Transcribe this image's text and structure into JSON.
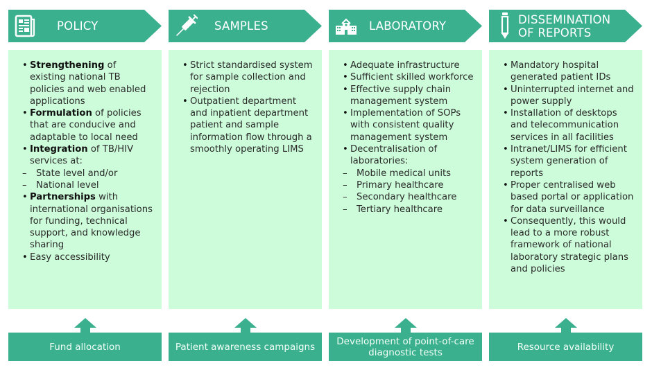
{
  "colors": {
    "banner": "#3bb08f",
    "box": "#ccfcd9",
    "footer": "#3bb08f",
    "text": "#2a2a2a",
    "banner_text": "#ffffff"
  },
  "columns": [
    {
      "title": "POLICY",
      "icon": "newspaper-icon",
      "items": [
        {
          "bold": "Strengthening",
          "text": " of existing national TB policies and web enabled applications",
          "sub": []
        },
        {
          "bold": "Formulation",
          "text": " of policies that are conducive and adaptable to local need",
          "sub": []
        },
        {
          "bold": "Integration",
          "text": " of TB/HIV services at:",
          "sub": [
            "State level and/or",
            "National level"
          ]
        },
        {
          "bold": "Partnerships",
          "text": " with international organisations for funding, technical support, and knowledge sharing",
          "sub": []
        },
        {
          "bold": "",
          "text": "Easy accessibility",
          "sub": []
        }
      ],
      "footer": "Fund allocation"
    },
    {
      "title": "SAMPLES",
      "icon": "syringe-icon",
      "items": [
        {
          "bold": "",
          "text": "Strict standardised system for sample collection and rejection",
          "sub": []
        },
        {
          "bold": "",
          "text": "Outpatient department and inpatient department patient and sample information flow through a smoothly operating LIMS",
          "sub": []
        }
      ],
      "footer": "Patient awareness campaigns"
    },
    {
      "title": "LABORATORY",
      "icon": "building-icon",
      "items": [
        {
          "bold": "",
          "text": "Adequate infrastructure",
          "sub": []
        },
        {
          "bold": "",
          "text": "Sufficient skilled workforce",
          "sub": []
        },
        {
          "bold": "",
          "text": "Effective supply chain management system",
          "sub": []
        },
        {
          "bold": "",
          "text": "Implementation of SOPs with consistent quality management system",
          "sub": []
        },
        {
          "bold": "",
          "text": "Decentralisation of laboratories:",
          "sub": [
            "Mobile medical units",
            "Primary healthcare",
            "Secondary healthcare",
            "Tertiary healthcare"
          ]
        }
      ],
      "footer": "Development of point-of-care diagnostic tests"
    },
    {
      "title": "DISSEMINATION OF REPORTS",
      "icon": "pencil-icon",
      "items": [
        {
          "bold": "",
          "text": "Mandatory hospital generated patient IDs",
          "sub": []
        },
        {
          "bold": "",
          "text": "Uninterrupted internet and power supply",
          "sub": []
        },
        {
          "bold": "",
          "text": "Installation of desktops and telecommunication services in all facilities",
          "sub": []
        },
        {
          "bold": "",
          "text": "Intranet/LIMS for efficient system generation of reports",
          "sub": []
        },
        {
          "bold": "",
          "text": "Proper centralised web based portal or application for data surveillance",
          "sub": []
        },
        {
          "bold": "",
          "text": "Consequently, this would lead to a more robust framework of national laboratory strategic plans and policies",
          "sub": []
        }
      ],
      "footer": "Resource availability"
    }
  ]
}
